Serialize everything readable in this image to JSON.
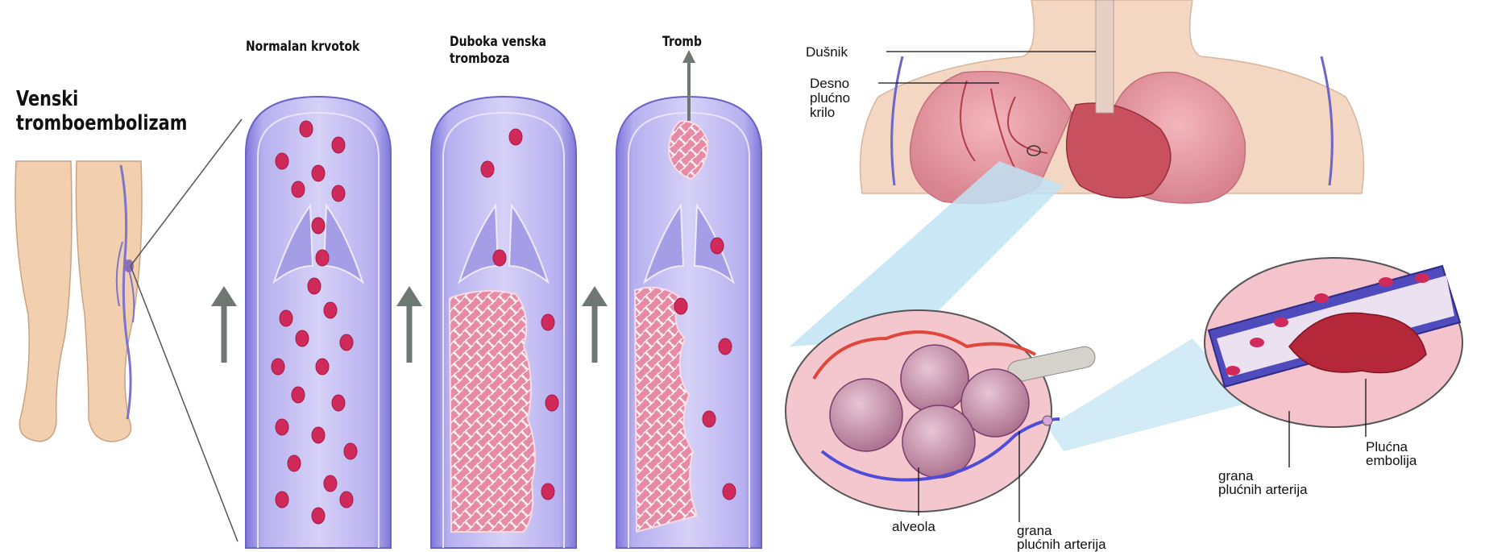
{
  "title_lines": [
    "Venski",
    "tromboembolizam"
  ],
  "panels": {
    "normal": "Normalan krvotok",
    "dvt_line1": "Duboka venska",
    "dvt_line2": "tromboza",
    "thrombus": "Tromb"
  },
  "anatomy": {
    "trachea": "Dušnik",
    "right_lung_1": "Desno",
    "right_lung_2": "plućno",
    "right_lung_3": "krilo",
    "alveola": "alveola",
    "branch_left_1": "grana",
    "branch_left_2": "plućnih arterija",
    "branch_right_1": "grana",
    "branch_right_2": "plućnih arterija",
    "embolism_1": "Plućna",
    "embolism_2": "embolija"
  },
  "colors": {
    "vein_wall": "#8f86e0",
    "vein_inner": "#c9c3f3",
    "blood_cell": "#d02a5a",
    "clot": "#f0a0b8",
    "lung": "#e79aa5",
    "skin": "#f3d2b3",
    "zoom_beam": "#bfe3f3",
    "arrow": "#6f7773"
  }
}
